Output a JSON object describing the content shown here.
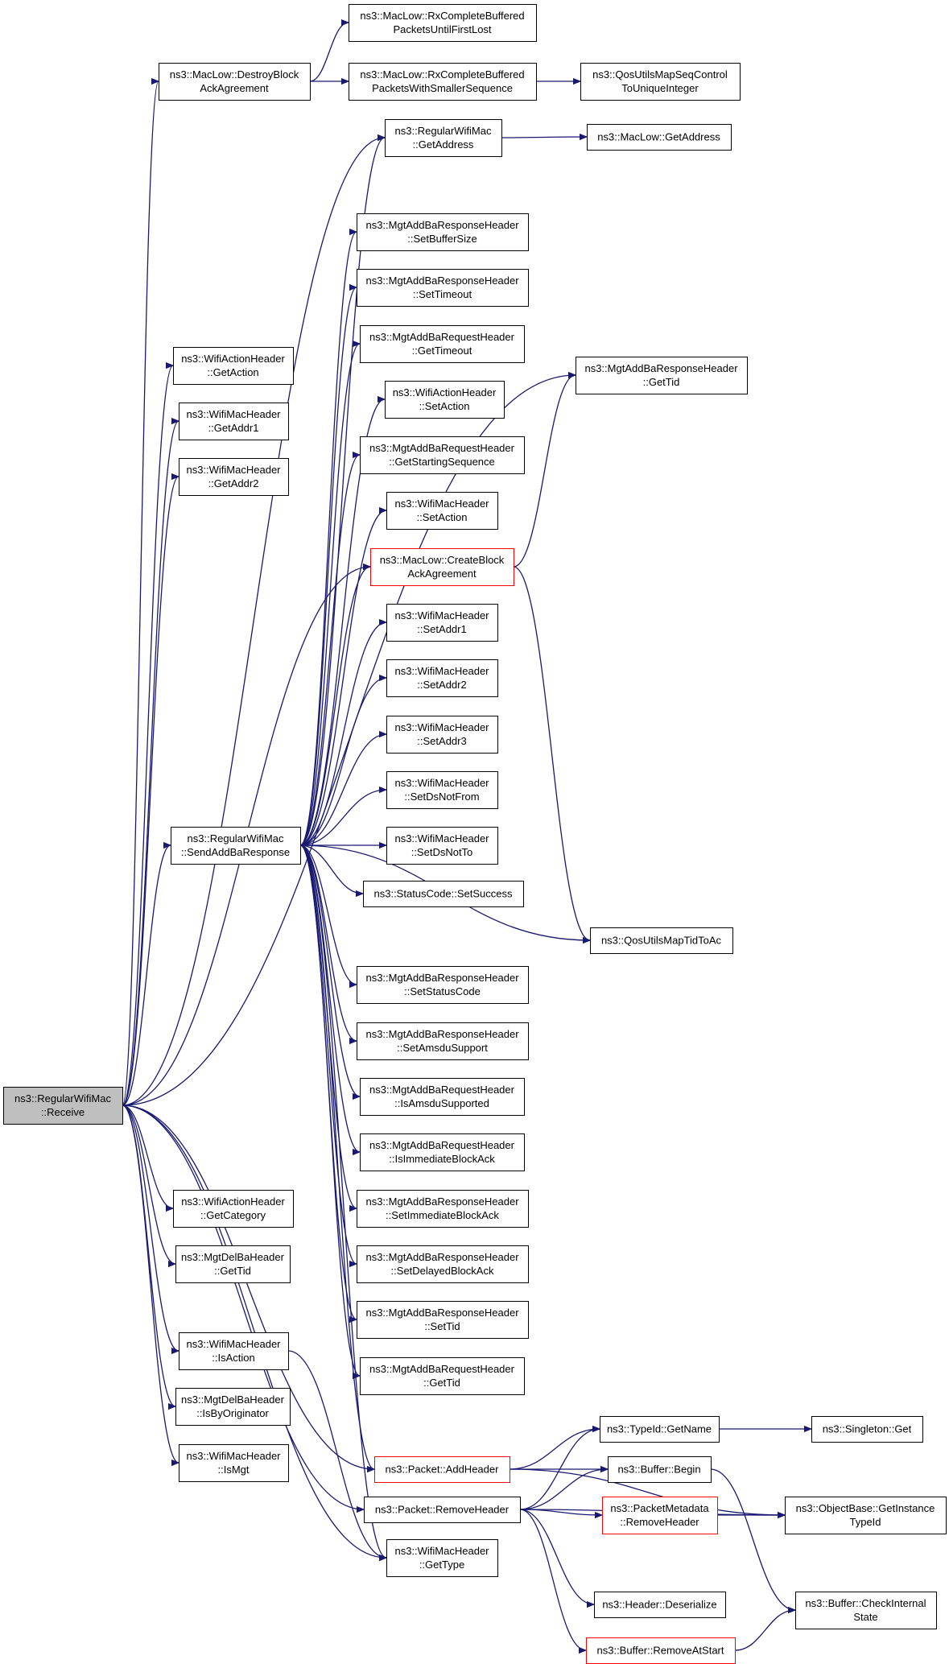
{
  "diagram": {
    "nodes": [
      {
        "id": "receive",
        "lines": [
          "ns3::RegularWifiMac",
          "::Receive"
        ],
        "style": "root"
      },
      {
        "id": "destroy",
        "lines": [
          "ns3::MacLow::DestroyBlock",
          "AckAgreement"
        ]
      },
      {
        "id": "rxFirstLost",
        "lines": [
          "ns3::MacLow::RxCompleteBuffered",
          "PacketsUntilFirstLost"
        ]
      },
      {
        "id": "rxSmaller",
        "lines": [
          "ns3::MacLow::RxCompleteBuffered",
          "PacketsWithSmallerSequence"
        ]
      },
      {
        "id": "qosSeq",
        "lines": [
          "ns3::QosUtilsMapSeqControl",
          "ToUniqueInteger"
        ]
      },
      {
        "id": "regGetAddr",
        "lines": [
          "ns3::RegularWifiMac",
          "::GetAddress"
        ]
      },
      {
        "id": "macGetAddr",
        "lines": [
          "ns3::MacLow::GetAddress"
        ]
      },
      {
        "id": "respSetBuf",
        "lines": [
          "ns3::MgtAddBaResponseHeader",
          "::SetBufferSize"
        ]
      },
      {
        "id": "respSetTimeout",
        "lines": [
          "ns3::MgtAddBaResponseHeader",
          "::SetTimeout"
        ]
      },
      {
        "id": "reqGetTimeout",
        "lines": [
          "ns3::MgtAddBaRequestHeader",
          "::GetTimeout"
        ]
      },
      {
        "id": "respGetTid",
        "lines": [
          "ns3::MgtAddBaResponseHeader",
          "::GetTid"
        ]
      },
      {
        "id": "actGetAction",
        "lines": [
          "ns3::WifiActionHeader",
          "::GetAction"
        ]
      },
      {
        "id": "actSetAction",
        "lines": [
          "ns3::WifiActionHeader",
          "::SetAction"
        ]
      },
      {
        "id": "getAddr1",
        "lines": [
          "ns3::WifiMacHeader",
          "::GetAddr1"
        ]
      },
      {
        "id": "reqGetStart",
        "lines": [
          "ns3::MgtAddBaRequestHeader",
          "::GetStartingSequence"
        ]
      },
      {
        "id": "getAddr2",
        "lines": [
          "ns3::WifiMacHeader",
          "::GetAddr2"
        ]
      },
      {
        "id": "macSetAction",
        "lines": [
          "ns3::WifiMacHeader",
          "::SetAction"
        ]
      },
      {
        "id": "createBlock",
        "lines": [
          "ns3::MacLow::CreateBlock",
          "AckAgreement"
        ],
        "style": "red"
      },
      {
        "id": "setAddr1",
        "lines": [
          "ns3::WifiMacHeader",
          "::SetAddr1"
        ]
      },
      {
        "id": "setAddr2",
        "lines": [
          "ns3::WifiMacHeader",
          "::SetAddr2"
        ]
      },
      {
        "id": "setAddr3",
        "lines": [
          "ns3::WifiMacHeader",
          "::SetAddr3"
        ]
      },
      {
        "id": "setDsNotFrom",
        "lines": [
          "ns3::WifiMacHeader",
          "::SetDsNotFrom"
        ]
      },
      {
        "id": "sendAddBa",
        "lines": [
          "ns3::RegularWifiMac",
          "::SendAddBaResponse"
        ]
      },
      {
        "id": "setDsNotTo",
        "lines": [
          "ns3::WifiMacHeader",
          "::SetDsNotTo"
        ]
      },
      {
        "id": "setSuccess",
        "lines": [
          "ns3::StatusCode::SetSuccess"
        ]
      },
      {
        "id": "qosTid",
        "lines": [
          "ns3::QosUtilsMapTidToAc"
        ]
      },
      {
        "id": "respSetStatus",
        "lines": [
          "ns3::MgtAddBaResponseHeader",
          "::SetStatusCode"
        ]
      },
      {
        "id": "respSetAmsdu",
        "lines": [
          "ns3::MgtAddBaResponseHeader",
          "::SetAmsduSupport"
        ]
      },
      {
        "id": "reqIsAmsdu",
        "lines": [
          "ns3::MgtAddBaRequestHeader",
          "::IsAmsduSupported"
        ]
      },
      {
        "id": "reqIsImmediate",
        "lines": [
          "ns3::MgtAddBaRequestHeader",
          "::IsImmediateBlockAck"
        ]
      },
      {
        "id": "respSetImmediate",
        "lines": [
          "ns3::MgtAddBaResponseHeader",
          "::SetImmediateBlockAck"
        ]
      },
      {
        "id": "actGetCategory",
        "lines": [
          "ns3::WifiActionHeader",
          "::GetCategory"
        ]
      },
      {
        "id": "delGetTid",
        "lines": [
          "ns3::MgtDelBaHeader",
          "::GetTid"
        ]
      },
      {
        "id": "respSetDelayed",
        "lines": [
          "ns3::MgtAddBaResponseHeader",
          "::SetDelayedBlockAck"
        ]
      },
      {
        "id": "respSetTid",
        "lines": [
          "ns3::MgtAddBaResponseHeader",
          "::SetTid"
        ]
      },
      {
        "id": "isAction",
        "lines": [
          "ns3::WifiMacHeader",
          "::IsAction"
        ]
      },
      {
        "id": "reqGetTid",
        "lines": [
          "ns3::MgtAddBaRequestHeader",
          "::GetTid"
        ]
      },
      {
        "id": "isByOrig",
        "lines": [
          "ns3::MgtDelBaHeader",
          "::IsByOriginator"
        ]
      },
      {
        "id": "typeGetName",
        "lines": [
          "ns3::TypeId::GetName"
        ]
      },
      {
        "id": "singletonGet",
        "lines": [
          "ns3::Singleton::Get"
        ]
      },
      {
        "id": "isMgt",
        "lines": [
          "ns3::WifiMacHeader",
          "::IsMgt"
        ]
      },
      {
        "id": "addHeader",
        "lines": [
          "ns3::Packet::AddHeader"
        ],
        "style": "red"
      },
      {
        "id": "bufBegin",
        "lines": [
          "ns3::Buffer::Begin"
        ]
      },
      {
        "id": "removeHeader",
        "lines": [
          "ns3::Packet::RemoveHeader"
        ]
      },
      {
        "id": "metaRemove",
        "lines": [
          "ns3::PacketMetadata",
          "::RemoveHeader"
        ],
        "style": "red"
      },
      {
        "id": "objGetTypeId",
        "lines": [
          "ns3::ObjectBase::GetInstance",
          "TypeId"
        ]
      },
      {
        "id": "getType",
        "lines": [
          "ns3::WifiMacHeader",
          "::GetType"
        ]
      },
      {
        "id": "headerDeser",
        "lines": [
          "ns3::Header::Deserialize"
        ]
      },
      {
        "id": "bufCheck",
        "lines": [
          "ns3::Buffer::CheckInternal",
          "State"
        ]
      },
      {
        "id": "bufRemoveStart",
        "lines": [
          "ns3::Buffer::RemoveAtStart"
        ],
        "style": "red"
      }
    ],
    "edges": [
      [
        "receive",
        "destroy"
      ],
      [
        "receive",
        "actGetAction"
      ],
      [
        "receive",
        "getAddr1"
      ],
      [
        "receive",
        "getAddr2"
      ],
      [
        "receive",
        "sendAddBa"
      ],
      [
        "receive",
        "actGetCategory"
      ],
      [
        "receive",
        "delGetTid"
      ],
      [
        "receive",
        "isAction"
      ],
      [
        "receive",
        "isByOrig"
      ],
      [
        "receive",
        "isMgt"
      ],
      [
        "receive",
        "respGetTid"
      ],
      [
        "receive",
        "regGetAddr"
      ],
      [
        "receive",
        "addHeader"
      ],
      [
        "receive",
        "removeHeader"
      ],
      [
        "receive",
        "getType"
      ],
      [
        "receive",
        "createBlock"
      ],
      [
        "destroy",
        "rxFirstLost"
      ],
      [
        "destroy",
        "rxSmaller"
      ],
      [
        "rxSmaller",
        "qosSeq"
      ],
      [
        "regGetAddr",
        "macGetAddr"
      ],
      [
        "createBlock",
        "respGetTid"
      ],
      [
        "createBlock",
        "qosTid"
      ],
      [
        "sendAddBa",
        "regGetAddr"
      ],
      [
        "sendAddBa",
        "respSetBuf"
      ],
      [
        "sendAddBa",
        "respSetTimeout"
      ],
      [
        "sendAddBa",
        "reqGetTimeout"
      ],
      [
        "sendAddBa",
        "actSetAction"
      ],
      [
        "sendAddBa",
        "reqGetStart"
      ],
      [
        "sendAddBa",
        "macSetAction"
      ],
      [
        "sendAddBa",
        "createBlock"
      ],
      [
        "sendAddBa",
        "setAddr1"
      ],
      [
        "sendAddBa",
        "setAddr2"
      ],
      [
        "sendAddBa",
        "setAddr3"
      ],
      [
        "sendAddBa",
        "setDsNotFrom"
      ],
      [
        "sendAddBa",
        "setDsNotTo"
      ],
      [
        "sendAddBa",
        "setSuccess"
      ],
      [
        "sendAddBa",
        "qosTid"
      ],
      [
        "sendAddBa",
        "respSetStatus"
      ],
      [
        "sendAddBa",
        "respSetAmsdu"
      ],
      [
        "sendAddBa",
        "reqIsAmsdu"
      ],
      [
        "sendAddBa",
        "reqIsImmediate"
      ],
      [
        "sendAddBa",
        "respSetImmediate"
      ],
      [
        "sendAddBa",
        "respSetDelayed"
      ],
      [
        "sendAddBa",
        "respSetTid"
      ],
      [
        "sendAddBa",
        "reqGetTid"
      ],
      [
        "sendAddBa",
        "addHeader"
      ],
      [
        "sendAddBa",
        "getType"
      ],
      [
        "isAction",
        "getType"
      ],
      [
        "addHeader",
        "typeGetName"
      ],
      [
        "addHeader",
        "bufBegin"
      ],
      [
        "addHeader",
        "objGetTypeId"
      ],
      [
        "typeGetName",
        "singletonGet"
      ],
      [
        "bufBegin",
        "bufCheck"
      ],
      [
        "removeHeader",
        "typeGetName"
      ],
      [
        "removeHeader",
        "bufBegin"
      ],
      [
        "removeHeader",
        "metaRemove"
      ],
      [
        "removeHeader",
        "objGetTypeId"
      ],
      [
        "removeHeader",
        "headerDeser"
      ],
      [
        "removeHeader",
        "bufRemoveStart"
      ],
      [
        "metaRemove",
        "objGetTypeId"
      ],
      [
        "bufRemoveStart",
        "bufCheck"
      ]
    ]
  }
}
